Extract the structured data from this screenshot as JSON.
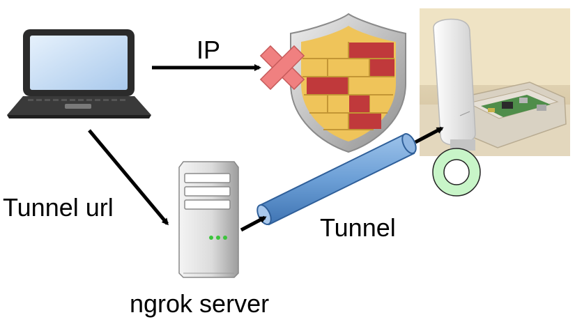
{
  "labels": {
    "ip": "IP",
    "tunnel_url": "Tunnel url",
    "tunnel": "Tunnel",
    "ngrok_server": "ngrok server"
  },
  "icons": {
    "client": "laptop-icon",
    "blocked": "red-x-icon",
    "firewall": "firewall-shield-icon",
    "server": "server-tower-icon",
    "tunnel": "tunnel-tube-icon",
    "device": "raspberry-pi-photo",
    "ok": "green-circle-icon"
  },
  "colors": {
    "arrow": "#000000",
    "x_mark": "#f08080",
    "shield_border": "#a9a9a9",
    "brick_red": "#c0393b",
    "brick_yellow": "#efc45a",
    "tunnel_blue": "#6c9fd6",
    "ok_ring": "#c8f5c8",
    "server_gray": "#d2d2d2",
    "laptop_screen": "#cfe3f8"
  }
}
